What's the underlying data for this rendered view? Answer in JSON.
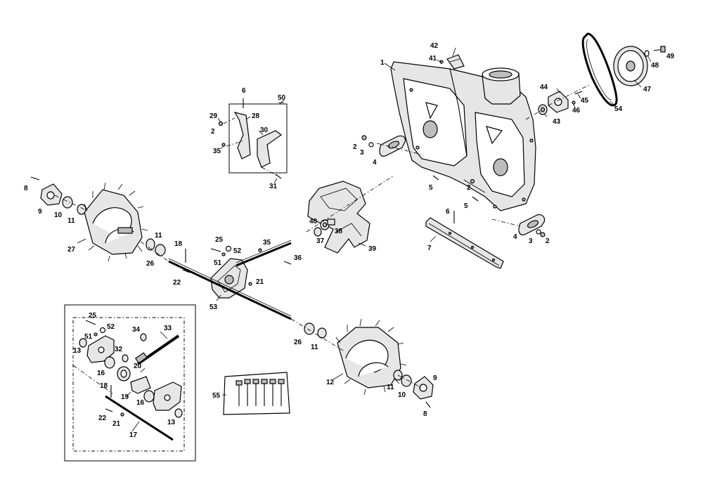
{
  "diagram": {
    "callouts": {
      "p1": "1",
      "p2a": "2",
      "p2b": "2",
      "p2c": "2",
      "p2d": "2",
      "p3a": "3",
      "p3b": "3",
      "p4a": "4",
      "p4b": "4",
      "p5a": "5",
      "p5b": "5",
      "p6a": "6",
      "p6b": "6",
      "p7": "7",
      "p8a": "8",
      "p8b": "8",
      "p9a": "9",
      "p9b": "9",
      "p10a": "10",
      "p10b": "10",
      "p11a": "11",
      "p11b": "11",
      "p11c": "11",
      "p11d": "11",
      "p12": "12",
      "p13a": "13",
      "p13b": "13",
      "p16a": "16",
      "p16b": "16",
      "p17": "17",
      "p18a": "18",
      "p18b": "18",
      "p19": "19",
      "p20": "20",
      "p21a": "21",
      "p21b": "21",
      "p22a": "22",
      "p22b": "22",
      "p25a": "25",
      "p25b": "25",
      "p26a": "26",
      "p26b": "26",
      "p27": "27",
      "p28": "28",
      "p29": "29",
      "p30": "30",
      "p31": "31",
      "p32": "32",
      "p33": "33",
      "p34": "34",
      "p35a": "35",
      "p35b": "35",
      "p36": "36",
      "p37": "37",
      "p38": "38",
      "p39": "39",
      "p40": "40",
      "p41": "41",
      "p42": "42",
      "p43": "43",
      "p44": "44",
      "p45": "45",
      "p46": "46",
      "p47": "47",
      "p48": "48",
      "p49": "49",
      "p50": "50",
      "p51a": "51",
      "p51b": "51",
      "p52a": "52",
      "p52b": "52",
      "p53": "53",
      "p54": "54",
      "p55": "55"
    }
  }
}
